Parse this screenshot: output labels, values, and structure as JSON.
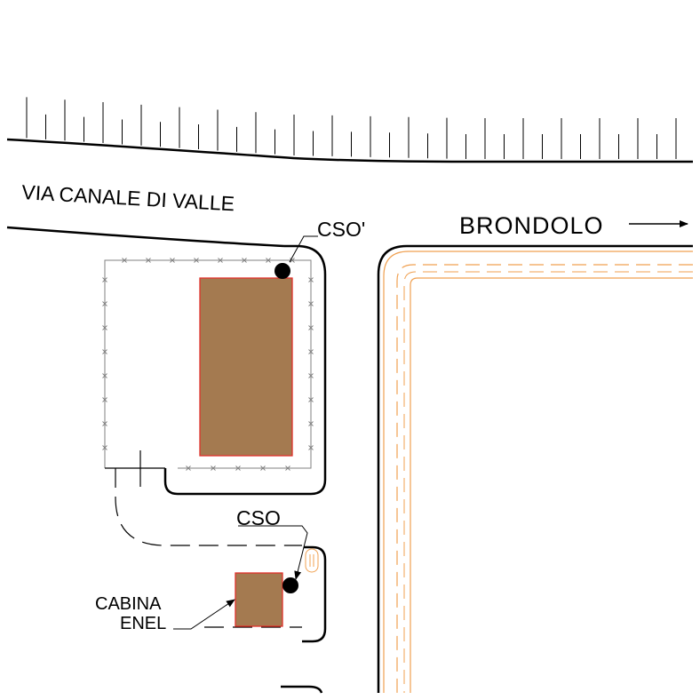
{
  "labels": {
    "street": "VIA CANALE DI VALLE",
    "direction": "BRONDOLO",
    "cso_prime": "CSO'",
    "cso": "CSO",
    "cabina_line1": "CABINA",
    "cabina_line2": "ENEL"
  },
  "colors": {
    "building_fill": "#a47a50",
    "building_stroke": "#e0302a",
    "road_edge": "#000000",
    "sidewalk_orange": "#f0a050",
    "fence": "#808080",
    "background": "#ffffff"
  }
}
